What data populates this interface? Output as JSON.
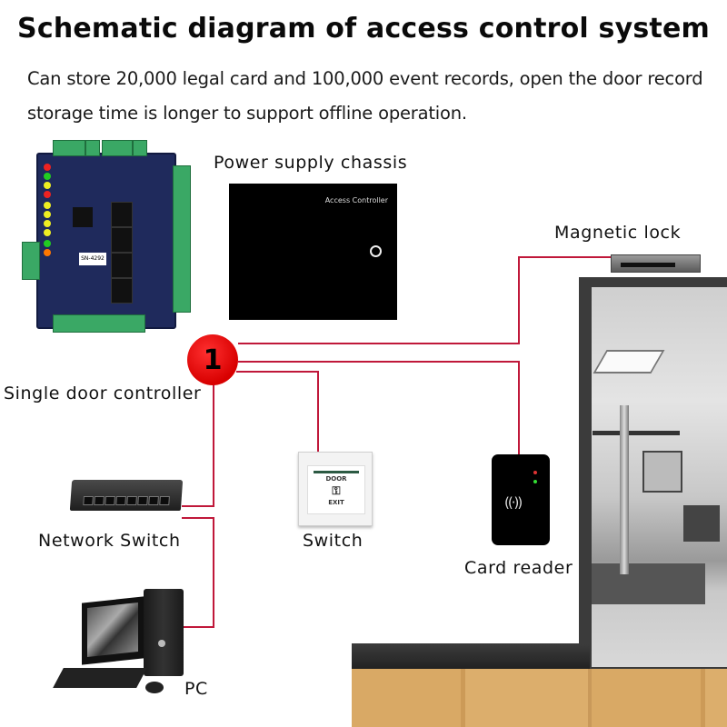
{
  "title": "Schematic diagram of access control system",
  "description": "Can store 20,000 legal card and 100,000 event records, open the door record storage time is longer to support offline operation.",
  "wire_color": "#c0183a",
  "marker": {
    "number": "1",
    "color": "#e00000"
  },
  "components": {
    "controller": {
      "label": "Single door controller",
      "board_sticker": "SN-4292",
      "icon": "circuit-board-icon"
    },
    "power_supply": {
      "label": "Power supply chassis",
      "panel_text": "Access Controller",
      "icon": "power-supply-box-icon"
    },
    "magnetic_lock": {
      "label": "Magnetic lock",
      "icon": "magnetic-lock-icon"
    },
    "exit_switch": {
      "label": "Switch",
      "plate_top": "DOOR",
      "plate_bottom": "EXIT",
      "key_glyph": "⚿",
      "icon": "exit-button-icon"
    },
    "card_reader": {
      "label": "Card reader",
      "rfid_glyph": "((·))",
      "icon": "rfid-reader-icon"
    },
    "network_switch": {
      "label": "Network Switch",
      "ports": 8,
      "icon": "network-switch-icon"
    },
    "pc": {
      "label": "PC",
      "icon": "desktop-computer-icon"
    }
  },
  "scene": {
    "door": "glass door with handle",
    "floor": "wood floor"
  }
}
